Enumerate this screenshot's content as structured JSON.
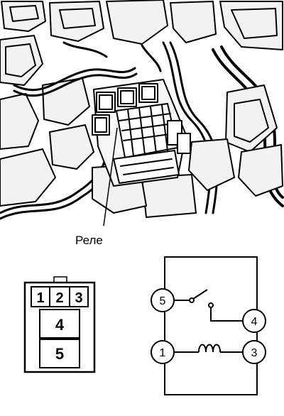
{
  "engine_bay": {
    "callout_label": "Реле"
  },
  "relay_connector": {
    "pins_top": [
      "1",
      "2",
      "3"
    ],
    "pin_middle": "4",
    "pin_bottom": "5"
  },
  "relay_schematic": {
    "terminal_switch_common": "5",
    "terminal_switch_contact": "4",
    "terminal_coil_a": "1",
    "terminal_coil_b": "3"
  }
}
